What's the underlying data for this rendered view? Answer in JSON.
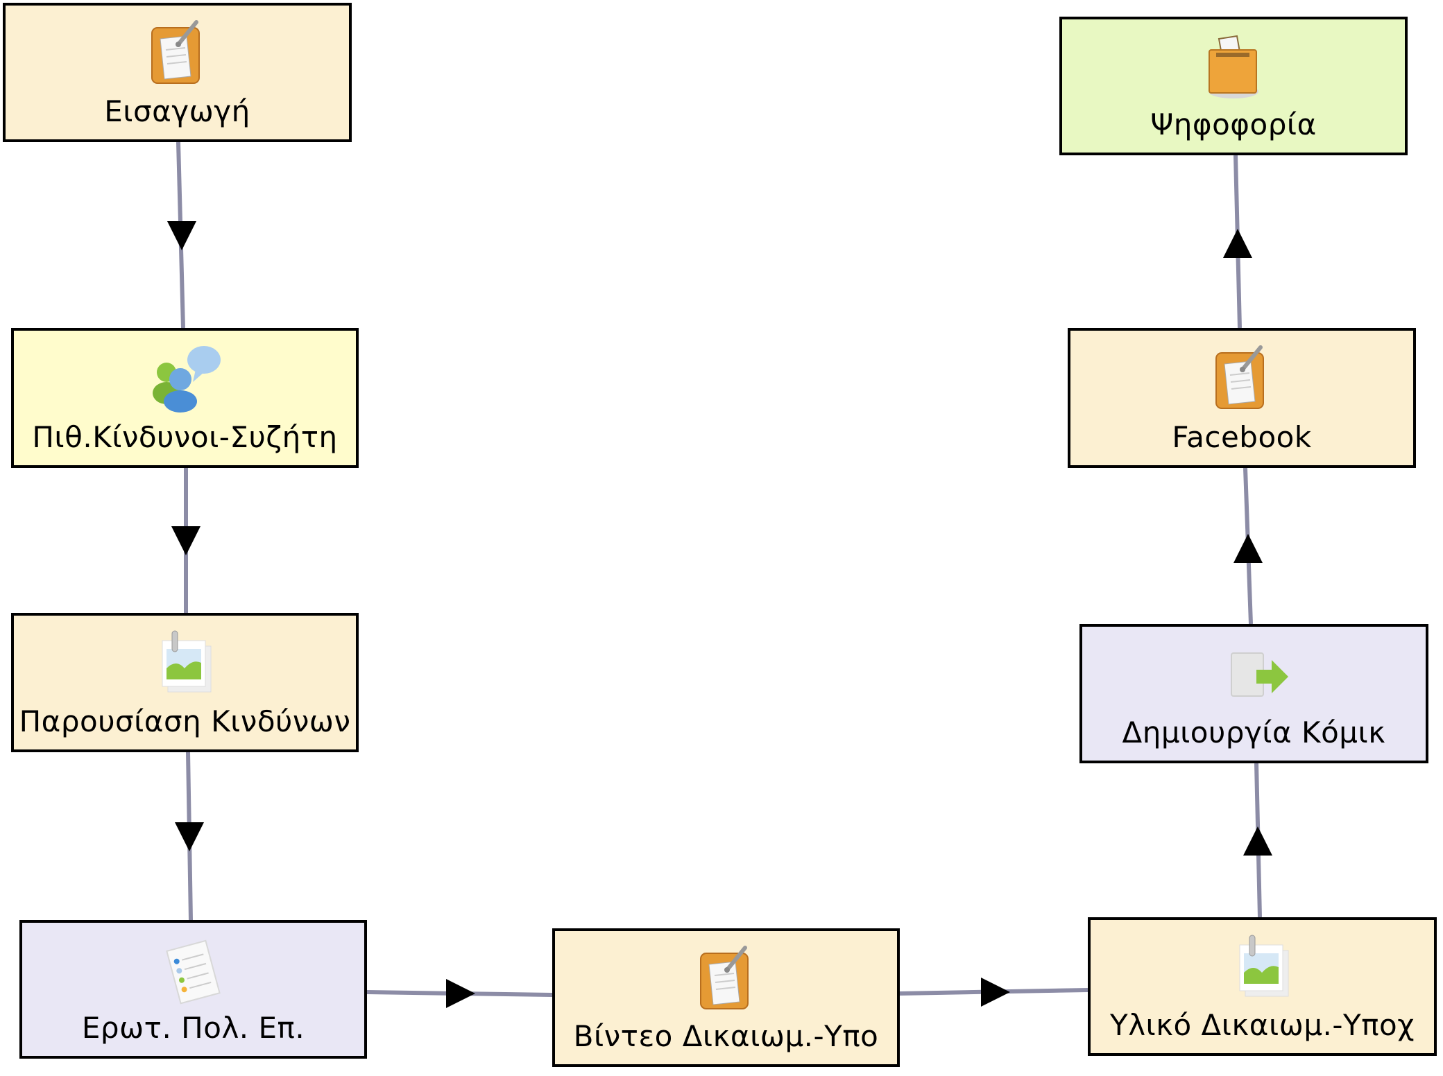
{
  "diagram": {
    "type": "learning-sequence-flow",
    "colors": {
      "connector": "#8c8ca6",
      "arrowhead": "#000000",
      "activity_bg": "#fcf0d2",
      "forum_bg": "#fffccc",
      "tool_bg": "#e9e7f5",
      "vote_bg": "#e8f8c2"
    },
    "nodes": [
      {
        "id": "n1",
        "label": "Εισαγωγή",
        "icon": "notebook-icon"
      },
      {
        "id": "n2",
        "label": "Πιθ.Κίνδυνοι-Συζήτη",
        "icon": "forum-chat-icon"
      },
      {
        "id": "n3",
        "label": "Παρουσίαση Κινδύνων",
        "icon": "image-gallery-icon"
      },
      {
        "id": "n4",
        "label": "Ερωτ. Πολ. Επ.",
        "icon": "checklist-icon"
      },
      {
        "id": "n5",
        "label": "Βίντεο Δικαιωμ.-Υπο",
        "icon": "notebook-icon"
      },
      {
        "id": "n6",
        "label": "Υλικό Δικαιωμ.-Υποχ",
        "icon": "image-gallery-icon"
      },
      {
        "id": "n7",
        "label": "Δημιουργία Κόμικ",
        "icon": "document-export-icon"
      },
      {
        "id": "n8",
        "label": "Facebook",
        "icon": "notebook-icon"
      },
      {
        "id": "n9",
        "label": "Ψηφοφορία",
        "icon": "ballot-box-icon"
      }
    ],
    "edges": [
      {
        "from": "n1",
        "to": "n2"
      },
      {
        "from": "n2",
        "to": "n3"
      },
      {
        "from": "n3",
        "to": "n4"
      },
      {
        "from": "n4",
        "to": "n5"
      },
      {
        "from": "n5",
        "to": "n6"
      },
      {
        "from": "n6",
        "to": "n7"
      },
      {
        "from": "n7",
        "to": "n8"
      },
      {
        "from": "n8",
        "to": "n9"
      }
    ]
  }
}
